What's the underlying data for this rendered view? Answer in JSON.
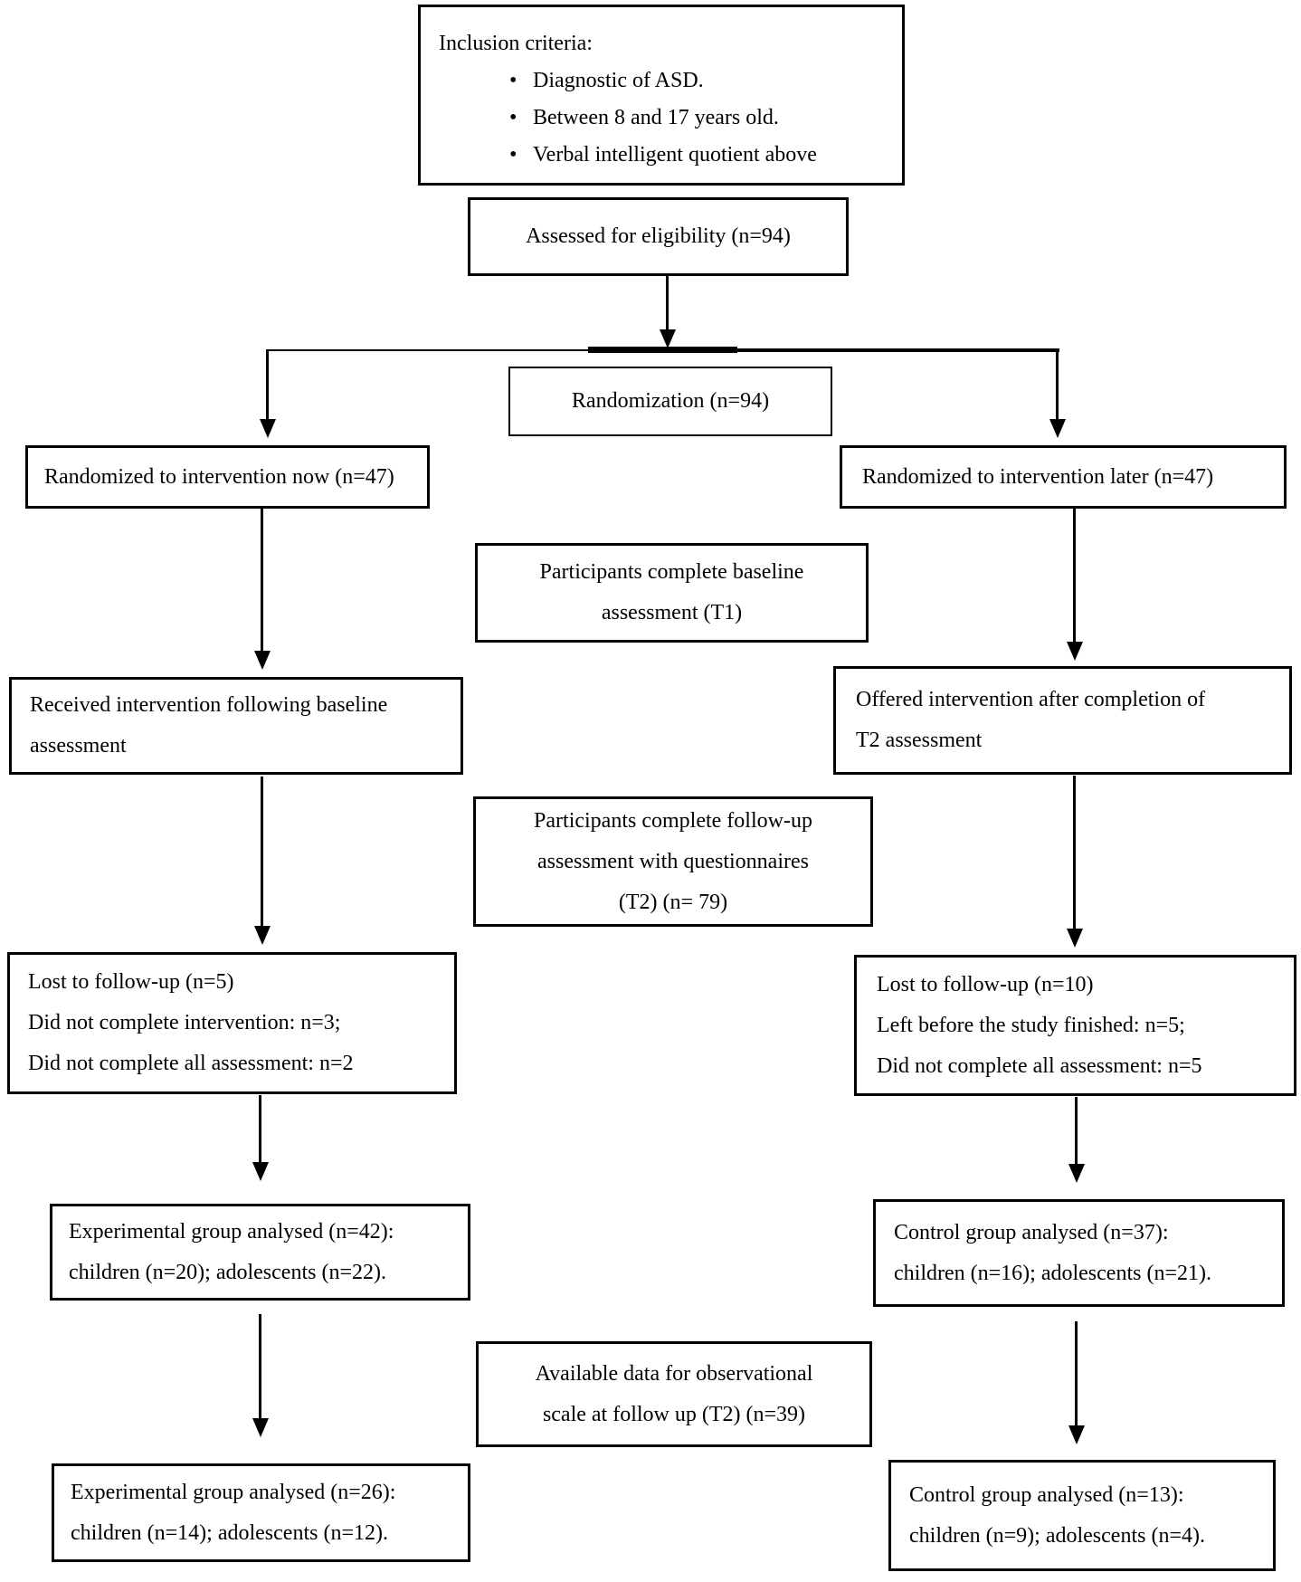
{
  "figure": {
    "bullet_char": "•",
    "colors": {
      "line": "#000000",
      "background": "#ffffff",
      "text": "#000000"
    },
    "nodes": {
      "inclusion": {
        "heading": "Inclusion criteria:",
        "bullets": [
          "Diagnostic of ASD.",
          "Between 8 and 17 years old.",
          "Verbal intelligent quotient above"
        ]
      },
      "assessed": {
        "text": "Assessed for eligibility (n=94)"
      },
      "randomization": {
        "text": "Randomization (n=94)"
      },
      "randomized_now": {
        "text": "Randomized to intervention now (n=47)"
      },
      "randomized_later": {
        "text": "Randomized to intervention later (n=47)"
      },
      "baseline": {
        "lines": [
          "Participants complete baseline",
          "assessment (T1)"
        ]
      },
      "received": {
        "lines": [
          "Received intervention following baseline",
          "assessment"
        ]
      },
      "offered": {
        "lines": [
          "Offered intervention after completion of",
          "T2 assessment"
        ]
      },
      "followup": {
        "lines": [
          "Participants complete follow-up",
          "assessment with questionnaires",
          "(T2) (n= 79)"
        ]
      },
      "lost_now": {
        "lines": [
          "Lost to follow-up (n=5)",
          "Did not complete intervention: n=3;",
          "Did not complete all assessment: n=2"
        ]
      },
      "lost_later": {
        "lines": [
          "Lost to follow-up (n=10)",
          "Left before the study finished: n=5;",
          "Did not complete all assessment: n=5"
        ]
      },
      "experimental_t1": {
        "lines": [
          "Experimental group analysed (n=42):",
          "children (n=20); adolescents (n=22)."
        ]
      },
      "control_t1": {
        "lines": [
          "Control group analysed (n=37):",
          "children (n=16); adolescents (n=21)."
        ]
      },
      "available": {
        "lines": [
          "Available data for observational",
          "scale at follow up (T2) (n=39)"
        ]
      },
      "experimental_t2": {
        "lines": [
          "Experimental group analysed (n=26):",
          "children (n=14); adolescents (n=12)."
        ]
      },
      "control_t2": {
        "lines": [
          "Control group analysed (n=13):",
          "children (n=9); adolescents (n=4)."
        ]
      }
    }
  }
}
